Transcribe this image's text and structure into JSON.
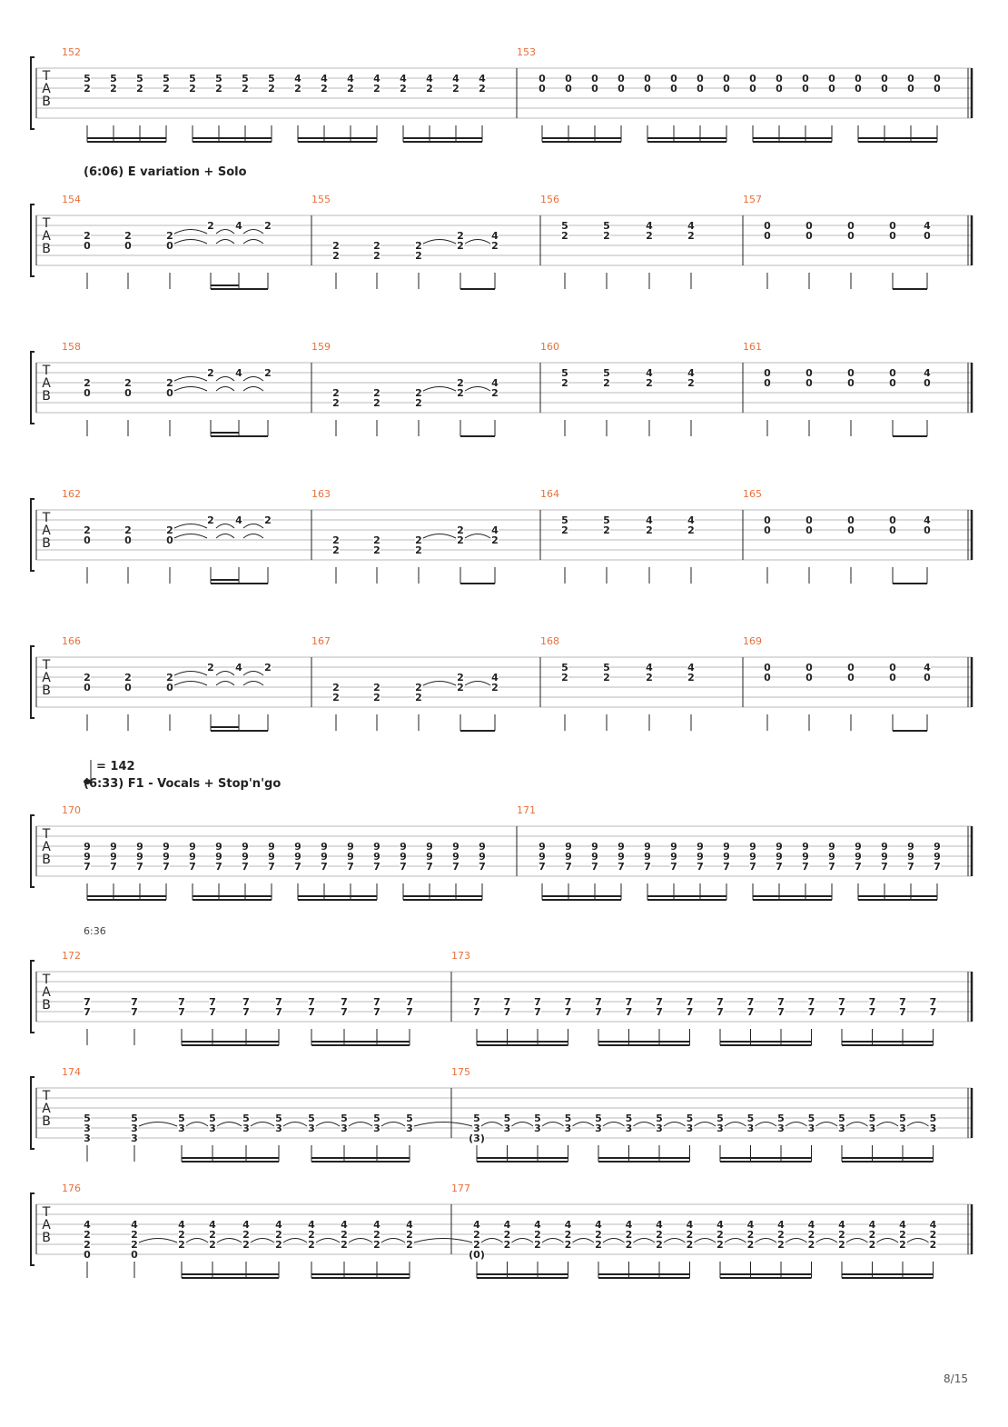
{
  "page": {
    "number": "8/15"
  },
  "colors": {
    "measure_number": "#e8703a",
    "ink": "#222222",
    "staff_line": "#b8b8b8"
  },
  "tab_clef": [
    "T",
    "A",
    "B"
  ],
  "annotations": {
    "e_variation": "(6:06) E variation + Solo",
    "tempo": "= 142",
    "f1_section": "(6:33) F1 - Vocals + Stop'n'go",
    "timestamp": "6:36"
  },
  "systems": [
    {
      "id": "s1",
      "measures": [
        {
          "number": "152",
          "notes": [
            [
              "5",
              "2"
            ],
            [
              "5",
              "2"
            ],
            [
              "5",
              "2"
            ],
            [
              "5",
              "2"
            ],
            [
              "5",
              "2"
            ],
            [
              "5",
              "2"
            ],
            [
              "5",
              "2"
            ],
            [
              "5",
              "2"
            ],
            [
              "4",
              "2"
            ],
            [
              "4",
              "2"
            ],
            [
              "4",
              "2"
            ],
            [
              "4",
              "2"
            ],
            [
              "4",
              "2"
            ],
            [
              "4",
              "2"
            ],
            [
              "4",
              "2"
            ],
            [
              "4",
              "2"
            ]
          ]
        },
        {
          "number": "153",
          "notes": [
            [
              "0",
              "0"
            ],
            [
              "0",
              "0"
            ],
            [
              "0",
              "0"
            ],
            [
              "0",
              "0"
            ],
            [
              "0",
              "0"
            ],
            [
              "0",
              "0"
            ],
            [
              "0",
              "0"
            ],
            [
              "0",
              "0"
            ],
            [
              "0",
              "0"
            ],
            [
              "0",
              "0"
            ],
            [
              "0",
              "0"
            ],
            [
              "0",
              "0"
            ],
            [
              "0",
              "0"
            ],
            [
              "0",
              "0"
            ],
            [
              "0",
              "0"
            ],
            [
              "0",
              "0"
            ]
          ]
        }
      ]
    },
    {
      "id": "s2",
      "measures": [
        {
          "number": "154",
          "notes": [
            [
              "2",
              "0"
            ],
            [
              "2",
              "0"
            ],
            [
              "2",
              "0"
            ],
            [
              "2"
            ],
            [
              "4"
            ],
            [
              "2"
            ]
          ]
        },
        {
          "number": "155",
          "notes": [
            [
              "2",
              "2"
            ],
            [
              "2",
              "2"
            ],
            [
              "2",
              "2"
            ],
            [
              "2",
              "2"
            ],
            [
              "4",
              "2"
            ]
          ]
        },
        {
          "number": "156",
          "notes": [
            [
              "5",
              "2"
            ],
            [
              "5",
              "2"
            ],
            [
              "4",
              "2"
            ],
            [
              "4",
              "2"
            ]
          ]
        },
        {
          "number": "157",
          "notes": [
            [
              "0",
              "0"
            ],
            [
              "0",
              "0"
            ],
            [
              "0",
              "0"
            ],
            [
              "0",
              "0"
            ],
            [
              "4",
              "0"
            ]
          ]
        }
      ]
    },
    {
      "id": "s3",
      "measures": [
        {
          "number": "158",
          "notes": [
            [
              "2",
              "0"
            ],
            [
              "2",
              "0"
            ],
            [
              "2",
              "0"
            ],
            [
              "2"
            ],
            [
              "4"
            ],
            [
              "2"
            ]
          ]
        },
        {
          "number": "159",
          "notes": [
            [
              "2",
              "2"
            ],
            [
              "2",
              "2"
            ],
            [
              "2",
              "2"
            ],
            [
              "2",
              "2"
            ],
            [
              "4",
              "2"
            ]
          ]
        },
        {
          "number": "160",
          "notes": [
            [
              "5",
              "2"
            ],
            [
              "5",
              "2"
            ],
            [
              "4",
              "2"
            ],
            [
              "4",
              "2"
            ]
          ]
        },
        {
          "number": "161",
          "notes": [
            [
              "0",
              "0"
            ],
            [
              "0",
              "0"
            ],
            [
              "0",
              "0"
            ],
            [
              "0",
              "0"
            ],
            [
              "4",
              "0"
            ]
          ]
        }
      ]
    },
    {
      "id": "s4",
      "measures": [
        {
          "number": "162",
          "notes": [
            [
              "2",
              "0"
            ],
            [
              "2",
              "0"
            ],
            [
              "2",
              "0"
            ],
            [
              "2"
            ],
            [
              "4"
            ],
            [
              "2"
            ]
          ]
        },
        {
          "number": "163",
          "notes": [
            [
              "2",
              "2"
            ],
            [
              "2",
              "2"
            ],
            [
              "2",
              "2"
            ],
            [
              "2",
              "2"
            ],
            [
              "4",
              "2"
            ]
          ]
        },
        {
          "number": "164",
          "notes": [
            [
              "5",
              "2"
            ],
            [
              "5",
              "2"
            ],
            [
              "4",
              "2"
            ],
            [
              "4",
              "2"
            ]
          ]
        },
        {
          "number": "165",
          "notes": [
            [
              "0",
              "0"
            ],
            [
              "0",
              "0"
            ],
            [
              "0",
              "0"
            ],
            [
              "0",
              "0"
            ],
            [
              "4",
              "0"
            ]
          ]
        }
      ]
    },
    {
      "id": "s5",
      "measures": [
        {
          "number": "166",
          "notes": [
            [
              "2",
              "0"
            ],
            [
              "2",
              "0"
            ],
            [
              "2",
              "0"
            ],
            [
              "2"
            ],
            [
              "4"
            ],
            [
              "2"
            ]
          ]
        },
        {
          "number": "167",
          "notes": [
            [
              "2",
              "2"
            ],
            [
              "2",
              "2"
            ],
            [
              "2",
              "2"
            ],
            [
              "2",
              "2"
            ],
            [
              "4",
              "2"
            ]
          ]
        },
        {
          "number": "168",
          "notes": [
            [
              "5",
              "2"
            ],
            [
              "5",
              "2"
            ],
            [
              "4",
              "2"
            ],
            [
              "4",
              "2"
            ]
          ]
        },
        {
          "number": "169",
          "notes": [
            [
              "0",
              "0"
            ],
            [
              "0",
              "0"
            ],
            [
              "0",
              "0"
            ],
            [
              "0",
              "0"
            ],
            [
              "4",
              "0"
            ]
          ]
        }
      ]
    },
    {
      "id": "s6",
      "measures": [
        {
          "number": "170",
          "notes": [
            [
              "9",
              "9",
              "7"
            ],
            [
              "9",
              "9",
              "7"
            ],
            [
              "9",
              "9",
              "7"
            ],
            [
              "9",
              "9",
              "7"
            ],
            [
              "9",
              "9",
              "7"
            ],
            [
              "9",
              "9",
              "7"
            ],
            [
              "9",
              "9",
              "7"
            ],
            [
              "9",
              "9",
              "7"
            ],
            [
              "9",
              "9",
              "7"
            ],
            [
              "9",
              "9",
              "7"
            ],
            [
              "9",
              "9",
              "7"
            ],
            [
              "9",
              "9",
              "7"
            ],
            [
              "9",
              "9",
              "7"
            ],
            [
              "9",
              "9",
              "7"
            ],
            [
              "9",
              "9",
              "7"
            ],
            [
              "9",
              "9",
              "7"
            ]
          ]
        },
        {
          "number": "171",
          "notes": [
            [
              "9",
              "9",
              "7"
            ],
            [
              "9",
              "9",
              "7"
            ],
            [
              "9",
              "9",
              "7"
            ],
            [
              "9",
              "9",
              "7"
            ],
            [
              "9",
              "9",
              "7"
            ],
            [
              "9",
              "9",
              "7"
            ],
            [
              "9",
              "9",
              "7"
            ],
            [
              "9",
              "9",
              "7"
            ],
            [
              "9",
              "9",
              "7"
            ],
            [
              "9",
              "9",
              "7"
            ],
            [
              "9",
              "9",
              "7"
            ],
            [
              "9",
              "9",
              "7"
            ],
            [
              "9",
              "9",
              "7"
            ],
            [
              "9",
              "9",
              "7"
            ],
            [
              "9",
              "9",
              "7"
            ],
            [
              "9",
              "9",
              "7"
            ]
          ]
        }
      ]
    },
    {
      "id": "s7",
      "measures": [
        {
          "number": "172",
          "notes": [
            [
              "7",
              "7"
            ],
            [
              "7",
              "7"
            ],
            [
              "7",
              "7"
            ],
            [
              "7",
              "7"
            ],
            [
              "7",
              "7"
            ],
            [
              "7",
              "7"
            ],
            [
              "7",
              "7"
            ],
            [
              "7",
              "7"
            ],
            [
              "7",
              "7"
            ],
            [
              "7",
              "7"
            ]
          ]
        },
        {
          "number": "173",
          "notes": [
            [
              "7",
              "7"
            ],
            [
              "7",
              "7"
            ],
            [
              "7",
              "7"
            ],
            [
              "7",
              "7"
            ],
            [
              "7",
              "7"
            ],
            [
              "7",
              "7"
            ],
            [
              "7",
              "7"
            ],
            [
              "7",
              "7"
            ],
            [
              "7",
              "7"
            ],
            [
              "7",
              "7"
            ],
            [
              "7",
              "7"
            ],
            [
              "7",
              "7"
            ],
            [
              "7",
              "7"
            ],
            [
              "7",
              "7"
            ],
            [
              "7",
              "7"
            ],
            [
              "7",
              "7"
            ]
          ]
        }
      ]
    },
    {
      "id": "s8",
      "measures": [
        {
          "number": "174",
          "notes": [
            [
              "5",
              "3",
              "3"
            ],
            [
              "5",
              "3",
              "3"
            ],
            [
              "5",
              "3"
            ],
            [
              "5",
              "3"
            ],
            [
              "5",
              "3"
            ],
            [
              "5",
              "3"
            ],
            [
              "5",
              "3"
            ],
            [
              "5",
              "3"
            ],
            [
              "5",
              "3"
            ],
            [
              "5",
              "3"
            ]
          ]
        },
        {
          "number": "175",
          "notes": [
            [
              "5",
              "3",
              "(3)"
            ],
            [
              "5",
              "3"
            ],
            [
              "5",
              "3"
            ],
            [
              "5",
              "3"
            ],
            [
              "5",
              "3"
            ],
            [
              "5",
              "3"
            ],
            [
              "5",
              "3"
            ],
            [
              "5",
              "3"
            ],
            [
              "5",
              "3"
            ],
            [
              "5",
              "3"
            ],
            [
              "5",
              "3"
            ],
            [
              "5",
              "3"
            ],
            [
              "5",
              "3"
            ],
            [
              "5",
              "3"
            ],
            [
              "5",
              "3"
            ],
            [
              "5",
              "3"
            ]
          ]
        }
      ]
    },
    {
      "id": "s9",
      "measures": [
        {
          "number": "176",
          "notes": [
            [
              "4",
              "2",
              "2",
              "0"
            ],
            [
              "4",
              "2",
              "2",
              "0"
            ],
            [
              "4",
              "2",
              "2"
            ],
            [
              "4",
              "2",
              "2"
            ],
            [
              "4",
              "2",
              "2"
            ],
            [
              "4",
              "2",
              "2"
            ],
            [
              "4",
              "2",
              "2"
            ],
            [
              "4",
              "2",
              "2"
            ],
            [
              "4",
              "2",
              "2"
            ],
            [
              "4",
              "2",
              "2"
            ]
          ]
        },
        {
          "number": "177",
          "notes": [
            [
              "4",
              "2",
              "2",
              "(0)"
            ],
            [
              "4",
              "2",
              "2"
            ],
            [
              "4",
              "2",
              "2"
            ],
            [
              "4",
              "2",
              "2"
            ],
            [
              "4",
              "2",
              "2"
            ],
            [
              "4",
              "2",
              "2"
            ],
            [
              "4",
              "2",
              "2"
            ],
            [
              "4",
              "2",
              "2"
            ],
            [
              "4",
              "2",
              "2"
            ],
            [
              "4",
              "2",
              "2"
            ],
            [
              "4",
              "2",
              "2"
            ],
            [
              "4",
              "2",
              "2"
            ],
            [
              "4",
              "2",
              "2"
            ],
            [
              "4",
              "2",
              "2"
            ],
            [
              "4",
              "2",
              "2"
            ],
            [
              "4",
              "2",
              "2"
            ]
          ]
        }
      ]
    }
  ]
}
